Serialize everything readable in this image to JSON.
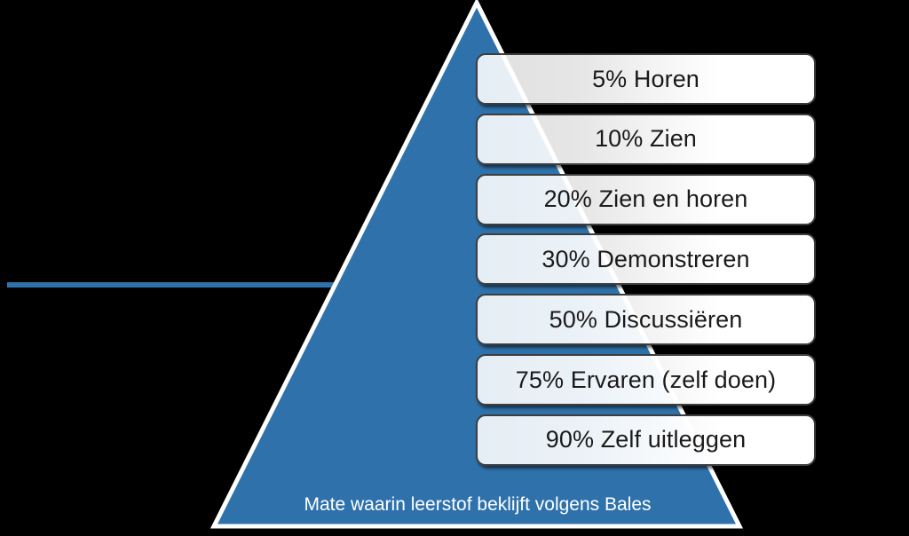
{
  "graphic": {
    "type": "pyramid-diagram",
    "caption": "Mate waarin leerstof beklijft volgens Bales",
    "colors": {
      "pyramid_fill": "#2F72AB",
      "pyramid_outline": "#FFFFFF",
      "background": "#000000",
      "box_fill": "#FFFFFF",
      "box_border": "#3D3D3D",
      "box_text": "#1A1A1A",
      "caption_text": "#FFFFFF",
      "connector_line": "#2F72AB"
    }
  },
  "chart_data": {
    "type": "bar",
    "title": "Mate waarin leerstof beklijft volgens Bales",
    "xlabel": "",
    "ylabel": "",
    "categories": [
      "Horen",
      "Zien",
      "Zien en horen",
      "Demonstreren",
      "Discussiëren",
      "Ervaren (zelf doen)",
      "Zelf uitleggen"
    ],
    "values": [
      5,
      10,
      20,
      30,
      50,
      75,
      90
    ],
    "value_unit": "%",
    "ylim": [
      0,
      100
    ],
    "grid": false,
    "legend": "none"
  },
  "levels": [
    {
      "label": "5% Horen",
      "percent": 5,
      "name": "Horen"
    },
    {
      "label": "10% Zien",
      "percent": 10,
      "name": "Zien"
    },
    {
      "label": "20% Zien en horen",
      "percent": 20,
      "name": "Zien en horen"
    },
    {
      "label": "30% Demonstreren",
      "percent": 30,
      "name": "Demonstreren"
    },
    {
      "label": "50% Discussiëren",
      "percent": 50,
      "name": "Discussiëren"
    },
    {
      "label": "75% Ervaren (zelf doen)",
      "percent": 75,
      "name": "Ervaren (zelf doen)"
    },
    {
      "label": "90% Zelf uitleggen",
      "percent": 90,
      "name": "Zelf uitleggen"
    }
  ]
}
